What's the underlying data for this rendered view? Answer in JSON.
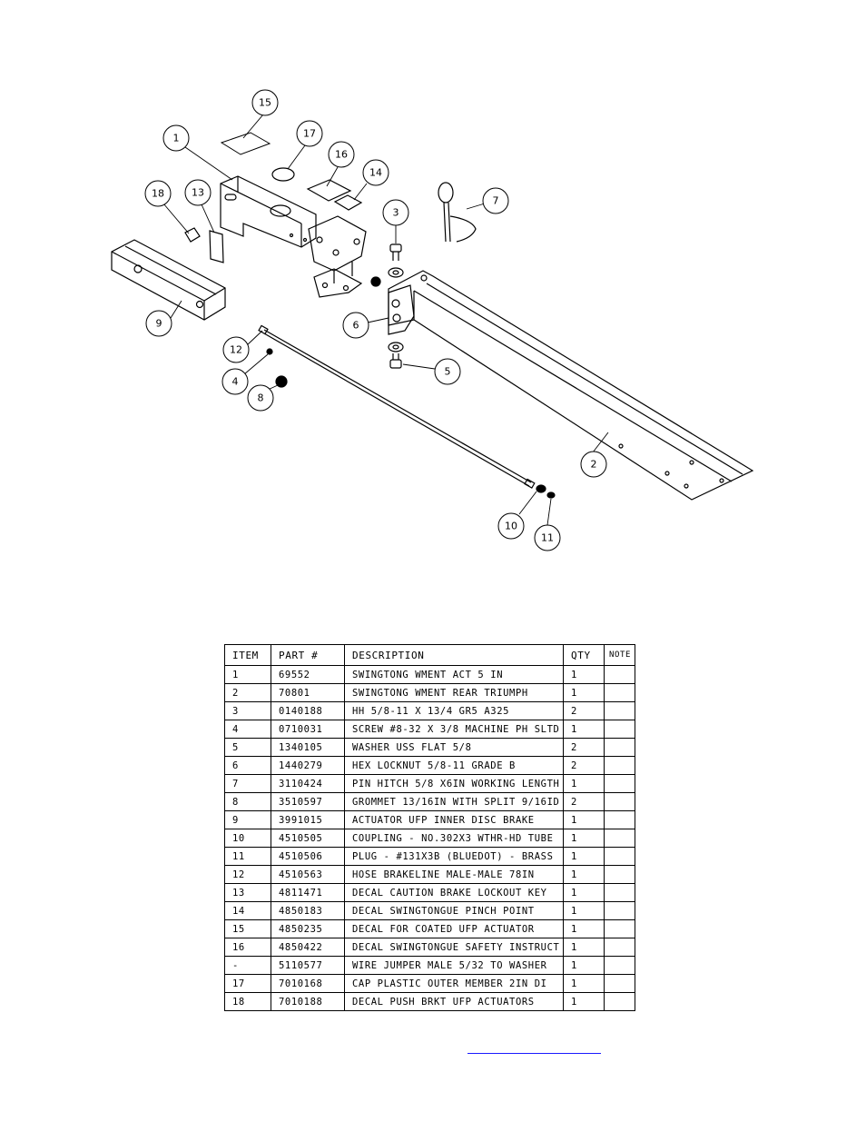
{
  "diagram": {
    "callouts": [
      "15",
      "17",
      "1",
      "16",
      "14",
      "18",
      "13",
      "7",
      "3",
      "9",
      "6",
      "12",
      "4",
      "5",
      "8",
      "2",
      "10",
      "11"
    ]
  },
  "bom": {
    "headers": {
      "item": "ITEM",
      "part": "PART #",
      "description": "DESCRIPTION",
      "qty": "QTY",
      "note": "NOTE"
    },
    "rows": [
      {
        "item": "1",
        "part": "69552",
        "description": "SWINGTONG WMENT ACT 5 IN",
        "qty": "1",
        "note": ""
      },
      {
        "item": "2",
        "part": "70801",
        "description": "SWINGTONG WMENT REAR TRIUMPH",
        "qty": "1",
        "note": ""
      },
      {
        "item": "3",
        "part": "0140188",
        "description": "HH 5/8-11 X 13/4  GR5 A325",
        "qty": "2",
        "note": ""
      },
      {
        "item": "4",
        "part": "0710031",
        "description": "SCREW #8-32 X 3/8 MACHINE PH SLTD",
        "qty": "1",
        "note": ""
      },
      {
        "item": "5",
        "part": "1340105",
        "description": "WASHER USS FLAT 5/8",
        "qty": "2",
        "note": ""
      },
      {
        "item": "6",
        "part": "1440279",
        "description": "HEX LOCKNUT 5/8-11 GRADE B",
        "qty": "2",
        "note": ""
      },
      {
        "item": "7",
        "part": "3110424",
        "description": "PIN HITCH 5/8 X6IN WORKING LENGTH",
        "qty": "1",
        "note": ""
      },
      {
        "item": "8",
        "part": "3510597",
        "description": "GROMMET 13/16IN  WITH SPLIT 9/16ID",
        "qty": "2",
        "note": ""
      },
      {
        "item": "9",
        "part": "3991015",
        "description": "ACTUATOR UFP INNER  DISC BRAKE",
        "qty": "1",
        "note": ""
      },
      {
        "item": "10",
        "part": "4510505",
        "description": "COUPLING - NO.302X3 WTHR-HD TUBE",
        "qty": "1",
        "note": ""
      },
      {
        "item": "11",
        "part": "4510506",
        "description": "PLUG - #131X3B (BLUEDOT) - BRASS",
        "qty": "1",
        "note": ""
      },
      {
        "item": "12",
        "part": "4510563",
        "description": "HOSE BRAKELINE MALE-MALE 78IN",
        "qty": "1",
        "note": ""
      },
      {
        "item": "13",
        "part": "4811471",
        "description": "DECAL CAUTION BRAKE LOCKOUT KEY",
        "qty": "1",
        "note": ""
      },
      {
        "item": "14",
        "part": "4850183",
        "description": "DECAL SWINGTONGUE PINCH POINT",
        "qty": "1",
        "note": ""
      },
      {
        "item": "15",
        "part": "4850235",
        "description": "DECAL FOR COATED UFP ACTUATOR",
        "qty": "1",
        "note": ""
      },
      {
        "item": "16",
        "part": "4850422",
        "description": "DECAL SWINGTONGUE SAFETY INSTRUCT",
        "qty": "1",
        "note": ""
      },
      {
        "item": "-",
        "part": "5110577",
        "description": "WIRE JUMPER MALE 5/32 TO WASHER",
        "qty": "1",
        "note": ""
      },
      {
        "item": "17",
        "part": "7010168",
        "description": "CAP  PLASTIC OUTER MEMBER 2IN DI",
        "qty": "1",
        "note": ""
      },
      {
        "item": "18",
        "part": "7010188",
        "description": "DECAL PUSH BRKT UFP ACTUATORS",
        "qty": "1",
        "note": ""
      }
    ]
  }
}
